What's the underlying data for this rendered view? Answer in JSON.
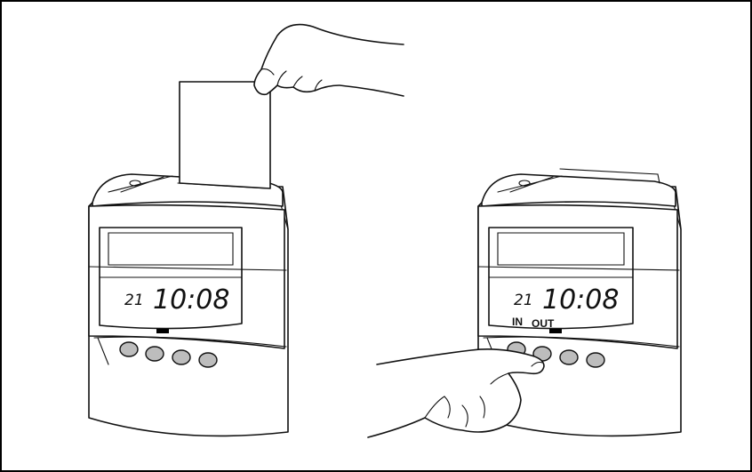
{
  "left_clock": {
    "display": {
      "day": "21",
      "time": "10:08"
    },
    "button_count": 4
  },
  "right_clock": {
    "display": {
      "day": "21",
      "time": "10:08"
    },
    "button_labels": [
      "IN",
      "OUT"
    ],
    "button_count": 4,
    "pressed_button_index": 1
  },
  "colors": {
    "frame": "#000000",
    "button_fill": "#bdbdbd",
    "indicator": "#000000"
  },
  "icons": [
    "hand-inserting-card-icon",
    "finger-pressing-button-icon"
  ]
}
